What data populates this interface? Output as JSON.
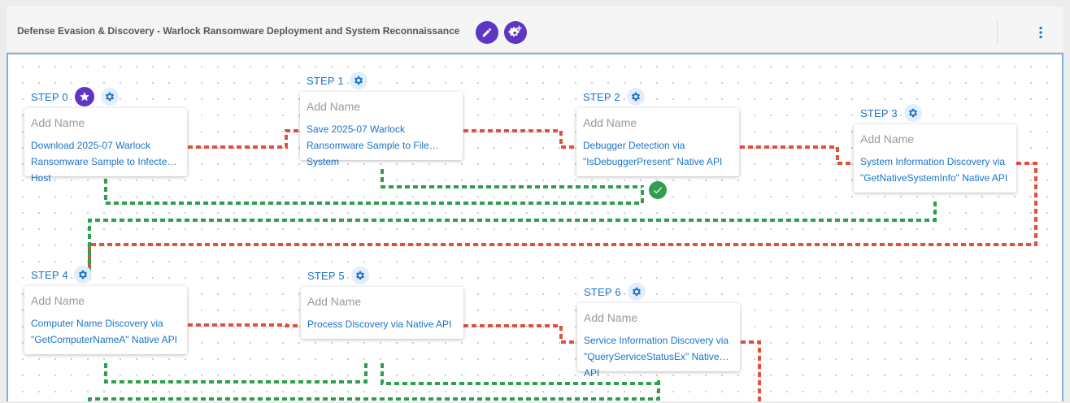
{
  "header": {
    "title": "Defense Evasion & Discovery - Warlock Ransomware Deployment and System Reconnaissance",
    "edit_icon": "pencil-icon",
    "settings_icon": "gear-plus-icon",
    "more_icon": "more-vertical-icon",
    "accent_color": "#5f35c4"
  },
  "colors": {
    "step_blue": "#1a73c9",
    "connector_red": "#e0503e",
    "connector_green": "#2e9e4f"
  },
  "steps": [
    {
      "label": "STEP 0",
      "name_placeholder": "Add Name",
      "description": "Download 2025-07 Warlock Ransomware Sample to Infected Host",
      "badge": "star-icon"
    },
    {
      "label": "STEP 1",
      "name_placeholder": "Add Name",
      "description": "Save 2025-07 Warlock Ransomware Sample to File System",
      "badge": ""
    },
    {
      "label": "STEP 2",
      "name_placeholder": "Add Name",
      "description": "Debugger Detection via \"IsDebuggerPresent\" Native API",
      "badge": "check-icon"
    },
    {
      "label": "STEP 3",
      "name_placeholder": "Add Name",
      "description": "System Information Discovery via \"GetNativeSystemInfo\" Native API",
      "badge": ""
    },
    {
      "label": "STEP 4",
      "name_placeholder": "Add Name",
      "description": "Computer Name Discovery via \"GetComputerNameA\" Native API",
      "badge": ""
    },
    {
      "label": "STEP 5",
      "name_placeholder": "Add Name",
      "description": "Process Discovery via Native API",
      "badge": ""
    },
    {
      "label": "STEP 6",
      "name_placeholder": "Add Name",
      "description": "Service Information Discovery via \"QueryServiceStatusEx\" Native API",
      "badge": ""
    }
  ]
}
